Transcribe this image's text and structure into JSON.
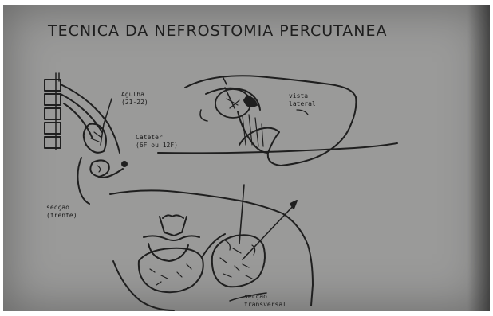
{
  "slide": {
    "title": "TECNICA DA NEFROSTOMIA PERCUTANEA",
    "labels": {
      "needle_line1": "Agulha",
      "needle_line2": "(21-22)",
      "catheter_line1": "Cateter",
      "catheter_line2": "(6F ou 12F)",
      "frontal_line1": "secção",
      "frontal_line2": "(frente)",
      "lateral_line1": "vista",
      "lateral_line2": "lateral",
      "transverse_line1": "secção",
      "transverse_line2": "transversal"
    }
  }
}
